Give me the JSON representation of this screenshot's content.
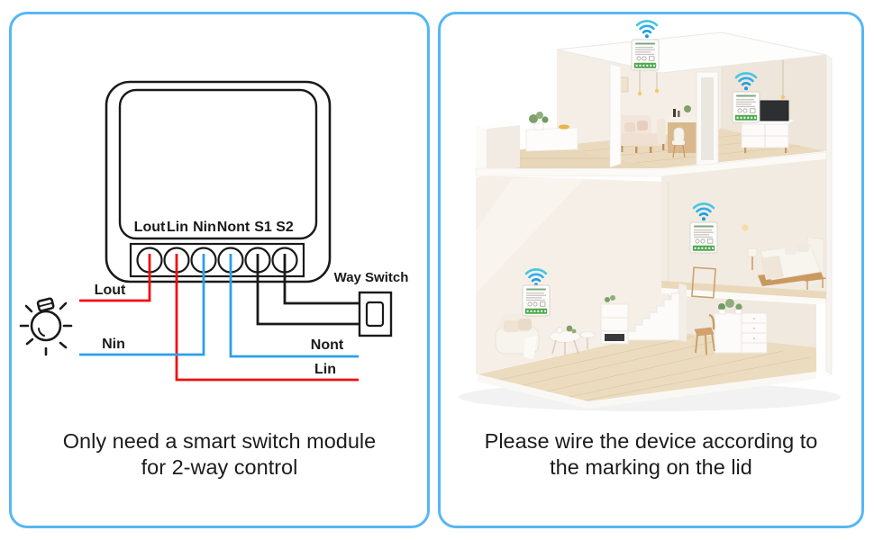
{
  "left_panel": {
    "caption_line1": "Only need a smart switch module",
    "caption_line2": "for 2-way control",
    "module": {
      "terminals": [
        "Lout",
        "Lin",
        "Nin",
        "Nont",
        "S1",
        "S2"
      ]
    },
    "wire_labels": {
      "lout": "Lout",
      "nin": "Nin",
      "lin": "Lin",
      "nont": "Nont"
    },
    "way_switch_label": "Way Switch",
    "icons": [
      "bulb-icon",
      "smart-switch-module-diagram",
      "way-switch"
    ]
  },
  "right_panel": {
    "caption_line1": "Please wire the device according to",
    "caption_line2": "the marking on the lid",
    "modules_visible": 4,
    "icons": [
      "wifi-icon",
      "smart-switch-module",
      "house-illustration"
    ]
  },
  "colors": {
    "panel_border": "#56b7f3",
    "wire_live_red": "#ee1010",
    "wire_neutral_blue": "#2d9fe8",
    "wire_switch_black": "#1a1a1a",
    "wifi_signal": "#2bb0e8",
    "module_terminal_green": "#4fa84e",
    "caption_text": "#1c1c1c",
    "wall_cream": "#f4eee6",
    "wood_floor": "#ead9bc"
  }
}
